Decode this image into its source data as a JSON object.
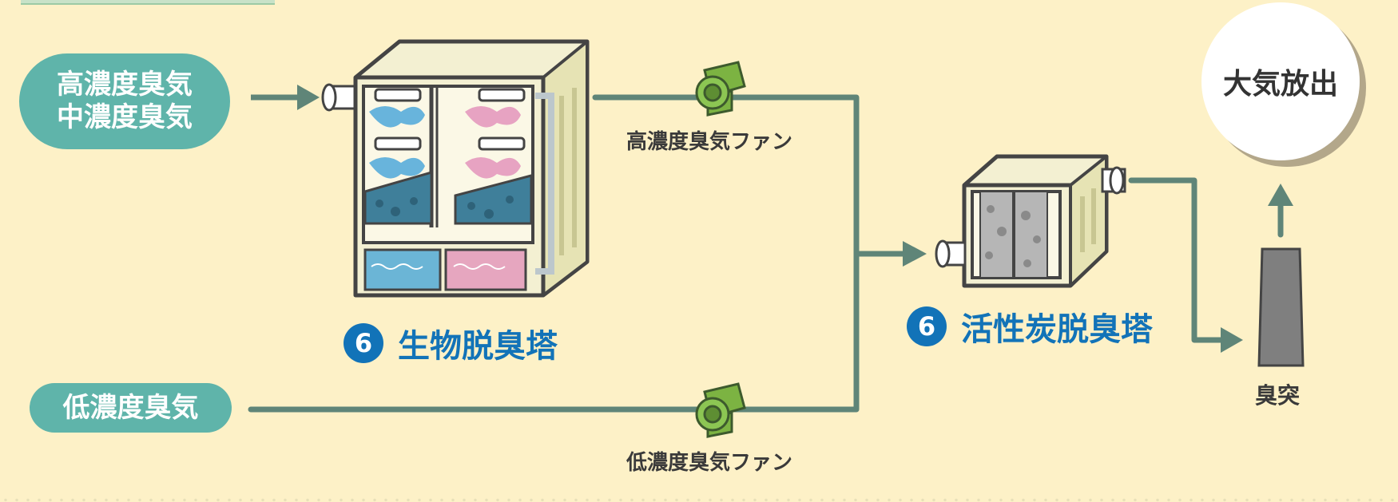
{
  "inputs": {
    "high_medium": [
      "高濃度臭気",
      "中濃度臭気"
    ],
    "low": "低濃度臭気"
  },
  "fans": {
    "high": "高濃度臭気ファン",
    "low": "低濃度臭気ファン"
  },
  "towers": {
    "biological": {
      "number": "6",
      "title": "生物脱臭塔"
    },
    "activated_carbon": {
      "number": "6",
      "title": "活性炭脱臭塔"
    }
  },
  "stack": {
    "label": "臭突"
  },
  "release": {
    "label": "大気放出"
  },
  "colors": {
    "background": "#fdf1c7",
    "pill": "#5fb4aa",
    "pipe": "#5f8578",
    "title_blue": "#1273b8",
    "fan_green": "#7cb342",
    "water_blue": "#6bb5d6",
    "water_pink": "#e6a6bf",
    "tower_body": "#f3f0d2"
  },
  "icons": [
    "arrow-icon",
    "fan-icon",
    "nozzle-icon",
    "stack-icon"
  ]
}
